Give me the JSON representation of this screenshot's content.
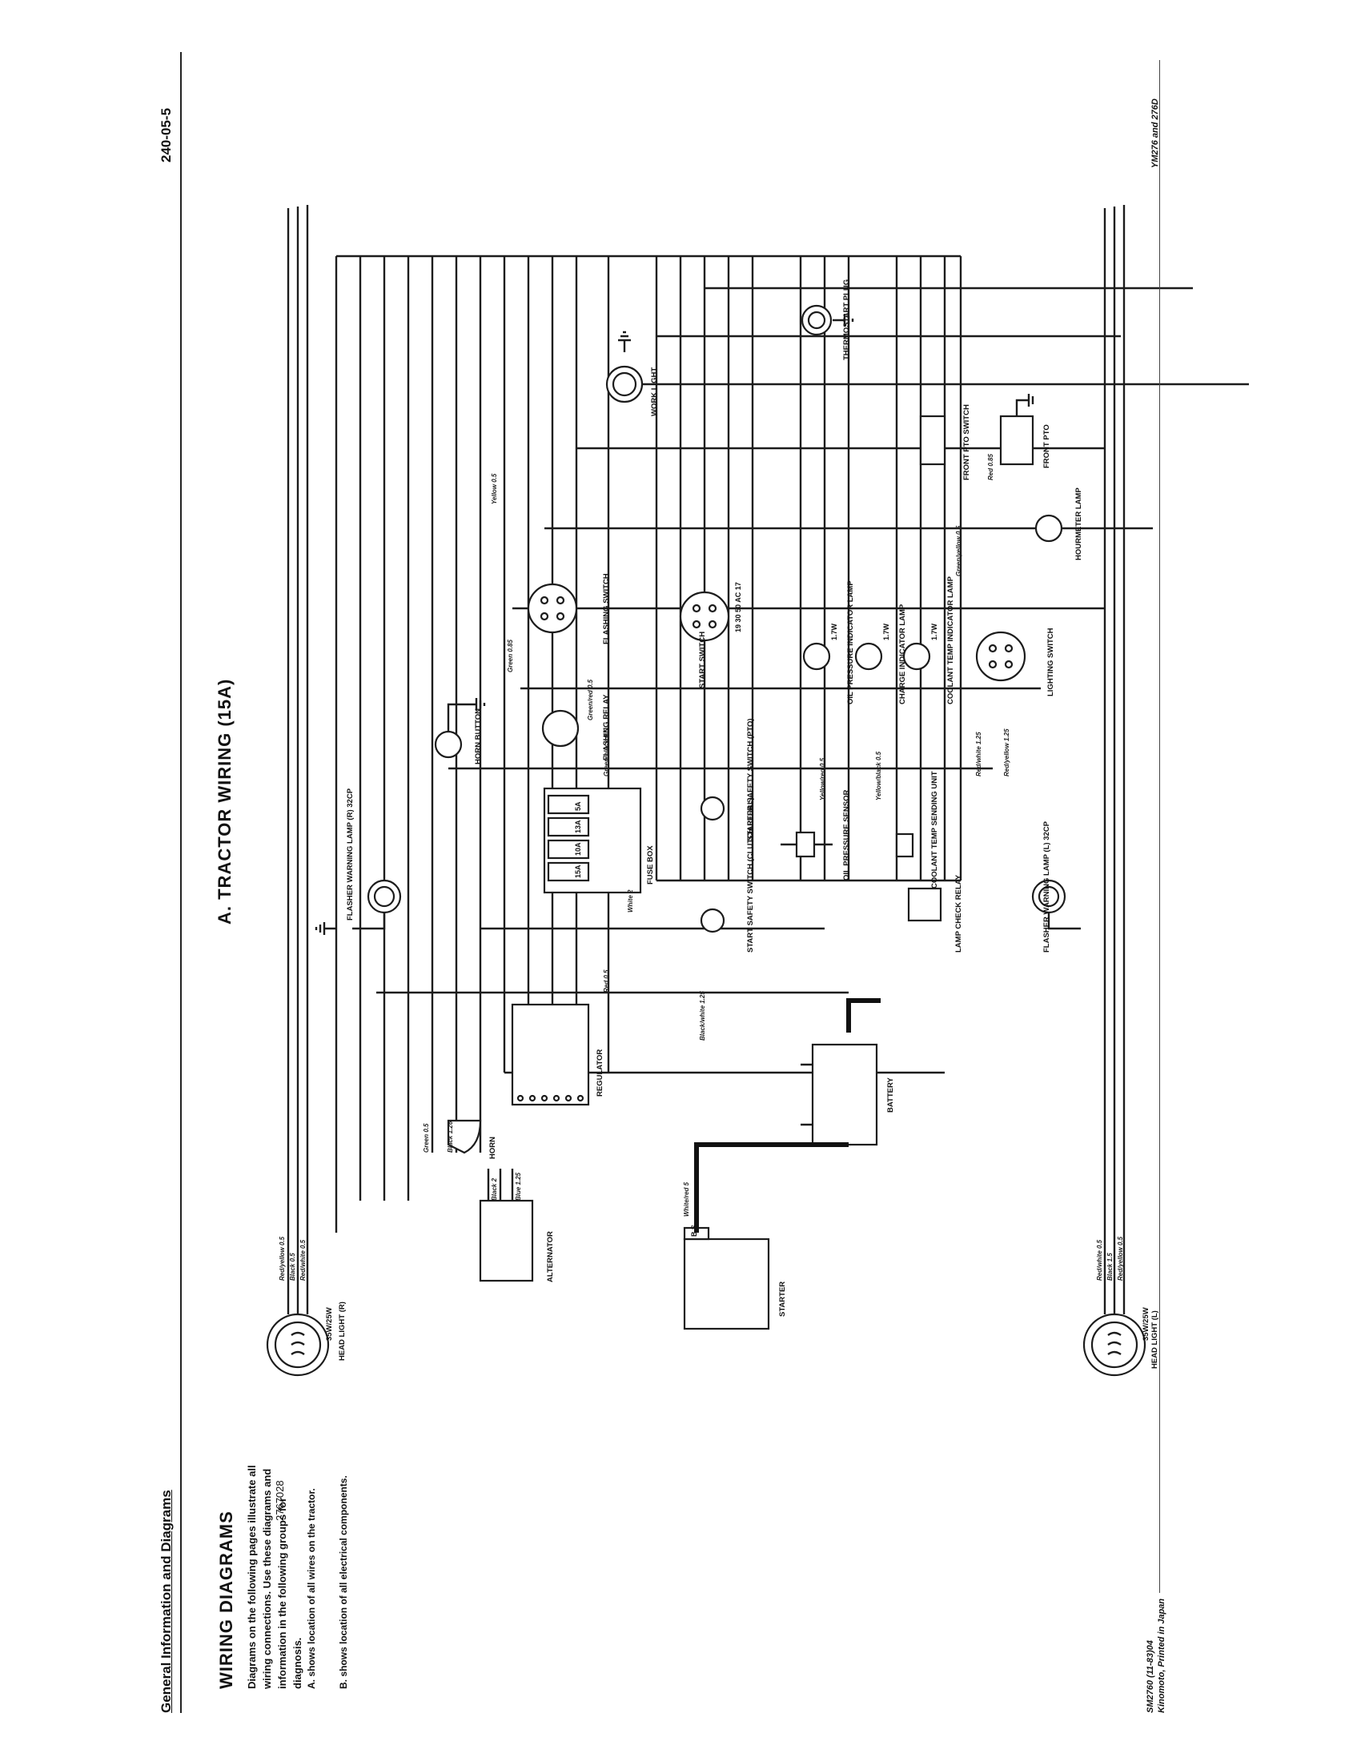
{
  "header": {
    "section": "General Information and Diagrams",
    "page_number": "240-05-5"
  },
  "intro": {
    "title": "WIRING DIAGRAMS",
    "text": "Diagrams on the following pages illustrate all wiring connections. Use these diagrams and information in the following groups for diagnosis.",
    "item_a": "A. shows location of all wires on the tractor.",
    "item_b": "B. shows location of all electrical components."
  },
  "figure_number": "2767028",
  "diagram": {
    "title": "A. TRACTOR WIRING (15A)",
    "components": {
      "head_light_r": "HEAD LIGHT (R)",
      "head_light_r_rating": "35W/25W",
      "head_light_l": "HEAD LIGHT (L)",
      "head_light_l_rating": "35W/25W",
      "alternator": "ALTERNATOR",
      "horn": "HORN",
      "regulator": "REGULATOR",
      "starter": "STARTER",
      "starter_terminals": "B S",
      "battery": "BATTERY",
      "flasher_lamp_r": "FLASHER WARNING LAMP (R) 32CP",
      "flasher_lamp_l": "FLASHER WARNING LAMP (L) 32CP",
      "horn_button": "HORN BUTTON",
      "fuse_box": "FUSE BOX",
      "fuse_15a": "15A",
      "fuse_10a": "10A",
      "fuse_13a": "13A",
      "fuse_5a": "5A",
      "flashing_relay": "FLASHING RELAY",
      "flashing_switch": "FLASHING SWITCH",
      "start_switch": "START SWITCH",
      "start_switch_terminals": "19 30 50 AC 17",
      "start_safety_clutch": "START SAFETY SWITCH (CLUTCH PEDAL)",
      "start_safety_pto": "STARTER SAFETY SWITCH (PTO)",
      "oil_pressure_sensor": "OIL PRESSURE SENSOR",
      "oil_pressure_lamp": "OIL PRESSURE INDICATOR LAMP",
      "charge_lamp": "CHARGE INDICATOR LAMP",
      "coolant_temp_lamp": "COOLANT TEMP INDICATOR LAMP",
      "coolant_temp_unit": "COOLANT TEMP SENDING UNIT",
      "lamp_check_relay": "LAMP CHECK RELAY",
      "lighting_switch": "LIGHTING SWITCH",
      "hourmeter_lamp": "HOURMETER LAMP",
      "work_light": "WORK LIGHT",
      "thermostart_plug": "THERMOSTART PLUG",
      "front_pto_switch": "FRONT PTO SWITCH",
      "front_pto": "FRONT PTO",
      "lamp_rating": "1.7W"
    },
    "wire_labels": {
      "red_yellow_05": "Red/yellow 0.5",
      "black_05": "Black 0.5",
      "red_white_05": "Red/white 0.5",
      "green_05": "Green 0.5",
      "black_126": "Black 1.26",
      "black_2": "Black 2",
      "blue_125": "Blue 1.25",
      "white_red_5": "White/red 5",
      "black_white_125": "Black/white 1.25",
      "red_05": "Red 0.5",
      "green_black_05": "Green/black 0.5",
      "green_red_05": "Green/red 0.5",
      "green_085": "Green 0.85",
      "white_2": "White 2",
      "yellow_05": "Yellow 0.5",
      "yellow_red_05": "Yellow/red 0.5",
      "yellow_black_05": "Yellow/black 0.5",
      "green_yellow_05": "Green/yellow 0.5",
      "red_white_125": "Red/white 1.25",
      "red_yellow_125": "Red/yellow 1.25",
      "black_15": "Black 1.5",
      "red_085": "Red 0.85"
    }
  },
  "footer": {
    "code": "SM2760 (11-83)04",
    "printer": "Kinomoto, Printed in Japan",
    "models": "YM276 and 276D"
  }
}
